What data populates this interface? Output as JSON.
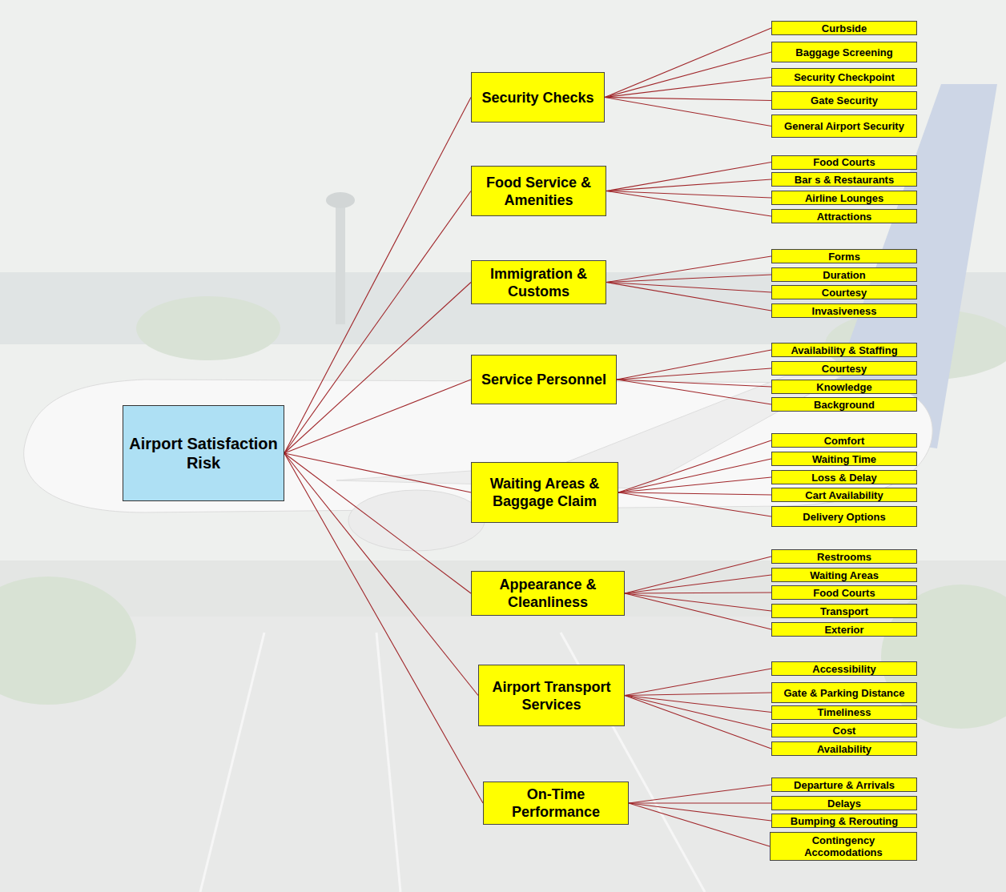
{
  "diagram": {
    "nodes": [
      {
        "text": [
          "Airport Satisfaction Risk"
        ]
      },
      {
        "text": [
          "Security Checks"
        ]
      },
      {
        "text": [
          "Curbside"
        ]
      },
      {
        "text": [
          "Baggage Screening"
        ]
      },
      {
        "text": [
          "Security Checkpoint"
        ]
      },
      {
        "text": [
          "Gate Security"
        ]
      },
      {
        "text": [
          "General Airport Security"
        ]
      },
      {
        "text": [
          "Food Service & Amenities"
        ]
      },
      {
        "text": [
          "Food Courts"
        ]
      },
      {
        "text": [
          "Bar s & Restaurants"
        ]
      },
      {
        "text": [
          "Airline Lounges"
        ]
      },
      {
        "text": [
          "Attractions"
        ]
      },
      {
        "text": [
          "Immigration & Customs"
        ]
      },
      {
        "text": [
          "Forms"
        ]
      },
      {
        "text": [
          "Duration"
        ]
      },
      {
        "text": [
          "Courtesy"
        ]
      },
      {
        "text": [
          "Invasiveness"
        ]
      },
      {
        "text": [
          "Service Personnel"
        ]
      },
      {
        "text": [
          "Availability & Staffing"
        ]
      },
      {
        "text": [
          "Courtesy"
        ]
      },
      {
        "text": [
          "Knowledge"
        ]
      },
      {
        "text": [
          "Background"
        ]
      },
      {
        "text": [
          "Waiting Areas & Baggage Claim"
        ]
      },
      {
        "text": [
          "Comfort"
        ]
      },
      {
        "text": [
          "Waiting Time"
        ]
      },
      {
        "text": [
          "Loss & Delay"
        ]
      },
      {
        "text": [
          "Cart Availability"
        ]
      },
      {
        "text": [
          "Delivery Options"
        ]
      },
      {
        "text": [
          "Appearance & Cleanliness"
        ]
      },
      {
        "text": [
          "Restrooms"
        ]
      },
      {
        "text": [
          "Waiting Areas"
        ]
      },
      {
        "text": [
          "Food Courts"
        ]
      },
      {
        "text": [
          "Transport"
        ]
      },
      {
        "text": [
          "Exterior"
        ]
      },
      {
        "text": [
          "Airport Transport Services"
        ]
      },
      {
        "text": [
          "Accessibility"
        ]
      },
      {
        "text": [
          "Gate & Parking Distance"
        ]
      },
      {
        "text": [
          "Timeliness"
        ]
      },
      {
        "text": [
          "Cost"
        ]
      },
      {
        "text": [
          "Availability"
        ]
      },
      {
        "text": [
          "On-Time Performance"
        ]
      },
      {
        "text": [
          "Departure & Arrivals"
        ]
      },
      {
        "text": [
          "Delays"
        ]
      },
      {
        "text": [
          "Bumping & Rerouting"
        ]
      },
      {
        "text": [
          "Contingency Accomodations"
        ]
      }
    ],
    "edges": [
      {
        "from": 0,
        "to": 1,
        "arrow": "none"
      },
      {
        "from": 0,
        "to": 7,
        "arrow": "none"
      },
      {
        "from": 0,
        "to": 12,
        "arrow": "none"
      },
      {
        "from": 0,
        "to": 17,
        "arrow": "none"
      },
      {
        "from": 0,
        "to": 22,
        "arrow": "none"
      },
      {
        "from": 0,
        "to": 28,
        "arrow": "none"
      },
      {
        "from": 0,
        "to": 34,
        "arrow": "none"
      },
      {
        "from": 0,
        "to": 40,
        "arrow": "none"
      },
      {
        "from": 1,
        "to": 2,
        "arrow": "none"
      },
      {
        "from": 1,
        "to": 3,
        "arrow": "none"
      },
      {
        "from": 1,
        "to": 4,
        "arrow": "none"
      },
      {
        "from": 1,
        "to": 5,
        "arrow": "none"
      },
      {
        "from": 1,
        "to": 6,
        "arrow": "none"
      },
      {
        "from": 7,
        "to": 8,
        "arrow": "none"
      },
      {
        "from": 7,
        "to": 9,
        "arrow": "none"
      },
      {
        "from": 7,
        "to": 10,
        "arrow": "none"
      },
      {
        "from": 7,
        "to": 11,
        "arrow": "none"
      },
      {
        "from": 12,
        "to": 13,
        "arrow": "none"
      },
      {
        "from": 12,
        "to": 14,
        "arrow": "none"
      },
      {
        "from": 12,
        "to": 15,
        "arrow": "none"
      },
      {
        "from": 12,
        "to": 16,
        "arrow": "none"
      },
      {
        "from": 17,
        "to": 18,
        "arrow": "none"
      },
      {
        "from": 17,
        "to": 19,
        "arrow": "none"
      },
      {
        "from": 17,
        "to": 20,
        "arrow": "none"
      },
      {
        "from": 17,
        "to": 21,
        "arrow": "none"
      },
      {
        "from": 22,
        "to": 23,
        "arrow": "none"
      },
      {
        "from": 22,
        "to": 24,
        "arrow": "none"
      },
      {
        "from": 22,
        "to": 25,
        "arrow": "none"
      },
      {
        "from": 22,
        "to": 26,
        "arrow": "none"
      },
      {
        "from": 22,
        "to": 27,
        "arrow": "none"
      },
      {
        "from": 28,
        "to": 29,
        "arrow": "none"
      },
      {
        "from": 28,
        "to": 30,
        "arrow": "none"
      },
      {
        "from": 28,
        "to": 31,
        "arrow": "none"
      },
      {
        "from": 28,
        "to": 32,
        "arrow": "none"
      },
      {
        "from": 28,
        "to": 33,
        "arrow": "none"
      },
      {
        "from": 34,
        "to": 35,
        "arrow": "none"
      },
      {
        "from": 34,
        "to": 36,
        "arrow": "none"
      },
      {
        "from": 34,
        "to": 37,
        "arrow": "none"
      },
      {
        "from": 34,
        "to": 38,
        "arrow": "none"
      },
      {
        "from": 34,
        "to": 39,
        "arrow": "none"
      },
      {
        "from": 40,
        "to": 41,
        "arrow": "none"
      },
      {
        "from": 40,
        "to": 42,
        "arrow": "none"
      },
      {
        "from": 40,
        "to": 43,
        "arrow": "none"
      },
      {
        "from": 40,
        "to": 44,
        "arrow": "none"
      }
    ]
  }
}
